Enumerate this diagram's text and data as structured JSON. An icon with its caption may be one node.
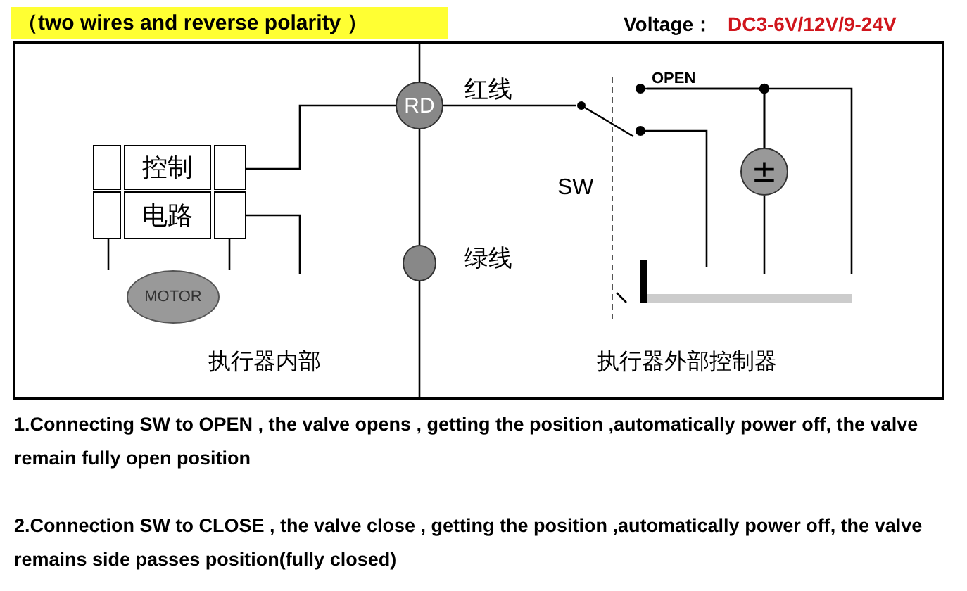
{
  "diagram": {
    "title": "（two wires and reverse polarity ）",
    "nodes": [
      {
        "text": [
          "控制"
        ]
      },
      {
        "text": [
          "电路"
        ]
      },
      {
        "text": [
          "RD"
        ]
      },
      {
        "text": [],
        "shape": "circle"
      },
      {
        "text": [
          "MOTOR"
        ]
      },
      {
        "text": [
          "±"
        ]
      },
      {
        "text": [],
        "shape": "switch"
      }
    ],
    "edges": [
      {
        "from": 0,
        "to": 2,
        "arrow": "none"
      },
      {
        "from": 2,
        "to": 6,
        "arrow": "none"
      },
      {
        "from": 6,
        "to": 5,
        "arrow": "none"
      },
      {
        "from": 2,
        "to": 3,
        "arrow": "none"
      }
    ],
    "labels": [
      "Voltage：",
      "DC3-6V/12V/9-24V",
      "红线",
      "OPEN",
      "SW",
      "绿线",
      "执行器内部",
      "执行器外部控制器",
      "1.Connecting SW to OPEN , the valve opens , getting the position ,automatically power off, the valve remain fully open position",
      "2.Connection SW to CLOSE , the valve close , getting the position ,automatically power off, the valve remains side passes position(fully closed)"
    ]
  }
}
